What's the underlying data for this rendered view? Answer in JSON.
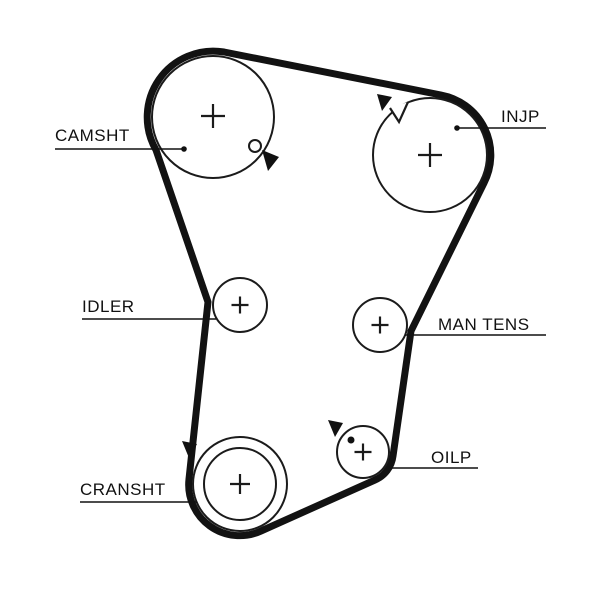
{
  "labels": {
    "camsht": "CAMSHT",
    "injp": "INJP",
    "idler": "IDLER",
    "man_tens": "MAN TENS",
    "cransht": "CRANSHT",
    "oilp": "OILP"
  },
  "colors": {
    "belt": "#121212",
    "outline": "#1b1b1b",
    "text": "#111111",
    "background": "#ffffff"
  }
}
